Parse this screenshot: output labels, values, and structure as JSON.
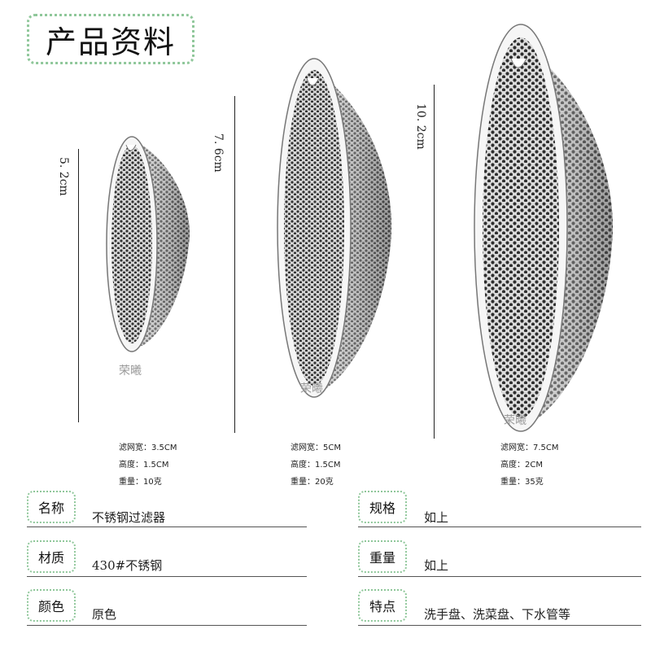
{
  "title": "产品资料",
  "dimensions": [
    "5. 2cm",
    "7. 6cm",
    "10. 2cm"
  ],
  "watermark": "荣曦",
  "products": [
    {
      "width": "滤网宽：3.5CM",
      "height": "高度：1.5CM",
      "weight": "重量：10克"
    },
    {
      "width": "滤网宽：5CM",
      "height": "高度：1.5CM",
      "weight": "重量：20克"
    },
    {
      "width": "滤网宽：7.5CM",
      "height": "高度：2CM",
      "weight": "重量：35克"
    }
  ],
  "info": {
    "name": {
      "label": "名称",
      "value": "不锈钢过滤器"
    },
    "spec": {
      "label": "规格",
      "value": "如上"
    },
    "material": {
      "label": "材质",
      "value": "430#不锈钢"
    },
    "weight": {
      "label": "重量",
      "value": "如上"
    },
    "color": {
      "label": "颜色",
      "value": "原色"
    },
    "features": {
      "label": "特点",
      "value": "洗手盘、洗菜盘、下水管等"
    }
  },
  "colors": {
    "accent_border": "#8fc79a",
    "steel_light": "#e8e8e8",
    "steel_dark": "#3a3a3a"
  },
  "icons": [
    "strainer-image-small",
    "strainer-image-medium",
    "strainer-image-large"
  ]
}
